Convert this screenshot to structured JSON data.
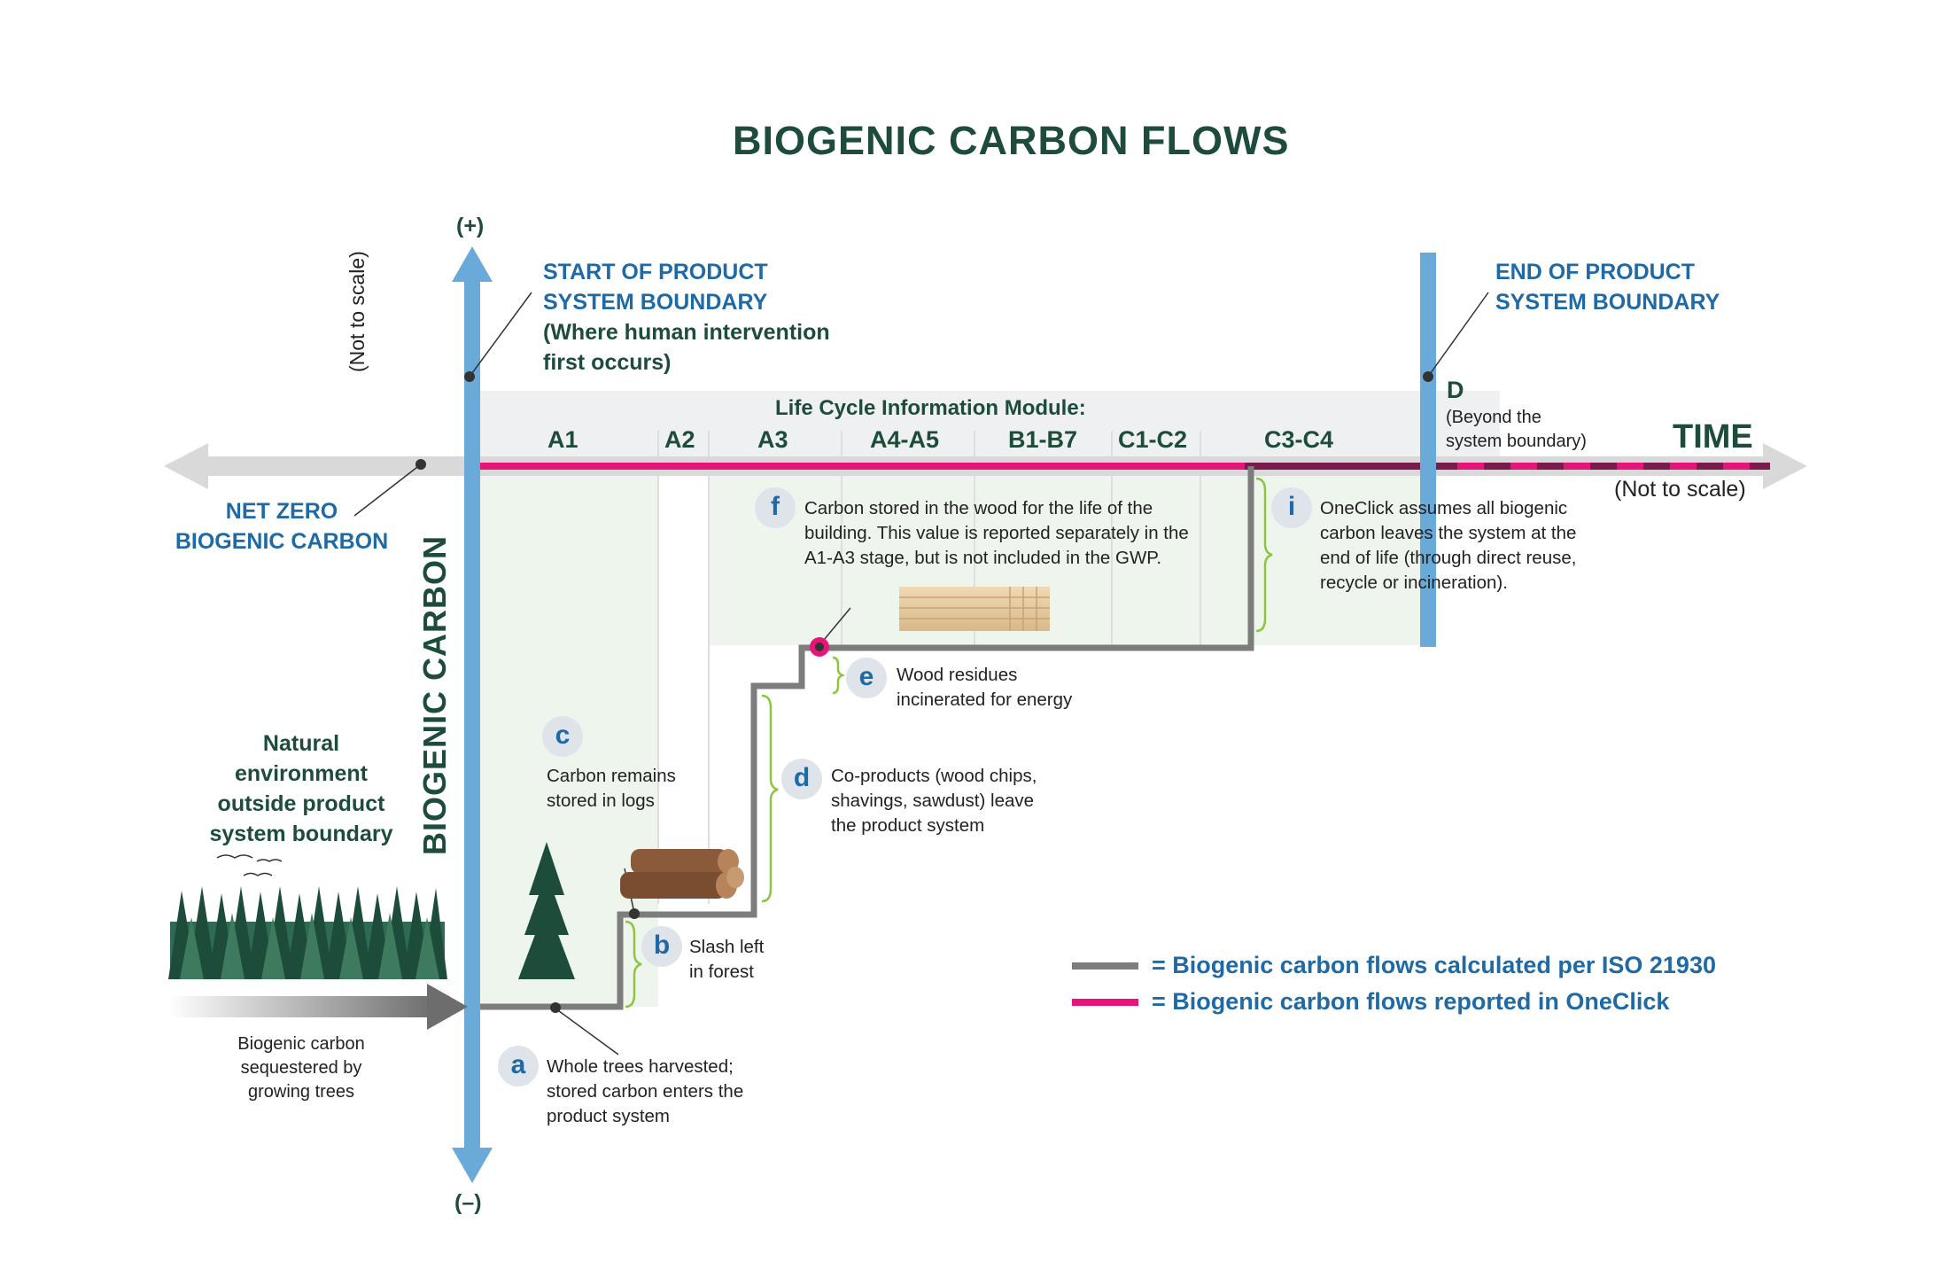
{
  "title": "BIOGENIC CARBON FLOWS",
  "y_axis": {
    "label": "BIOGENIC CARBON",
    "plus": "(+)",
    "minus": "(–)",
    "scale_note": "(Not to scale)"
  },
  "x_axis": {
    "label": "TIME",
    "scale_note": "(Not to scale)"
  },
  "net_zero": [
    "NET ZERO",
    "BIOGENIC CARBON"
  ],
  "start_boundary": [
    "START OF PRODUCT",
    "SYSTEM BOUNDARY"
  ],
  "start_boundary_note": [
    "(Where human intervention",
    "first occurs)"
  ],
  "end_boundary": [
    "END OF PRODUCT",
    "SYSTEM BOUNDARY"
  ],
  "module_header": "Life Cycle Information Module:",
  "modules": [
    "A1",
    "A2",
    "A3",
    "A4-A5",
    "B1-B7",
    "C1-C2",
    "C3-C4"
  ],
  "module_d": {
    "label": "D",
    "note": [
      "(Beyond the",
      "system boundary)"
    ]
  },
  "natural_env": [
    "Natural",
    "environment",
    "outside product",
    "system boundary"
  ],
  "sequestered": [
    "Biogenic carbon",
    "sequestered by",
    "growing trees"
  ],
  "annotations": {
    "a": {
      "letter": "a",
      "lines": [
        "Whole trees harvested;",
        "stored carbon enters the",
        "product system"
      ]
    },
    "b": {
      "letter": "b",
      "lines": [
        "Slash left",
        "in forest"
      ]
    },
    "c": {
      "letter": "c",
      "lines": [
        "Carbon remains",
        "stored in logs"
      ]
    },
    "d": {
      "letter": "d",
      "lines": [
        "Co-products (wood chips,",
        "shavings, sawdust) leave",
        "the product system"
      ]
    },
    "e": {
      "letter": "e",
      "lines": [
        "Wood residues",
        "incinerated for energy"
      ]
    },
    "f": {
      "letter": "f",
      "lines": [
        "Carbon stored in the wood for the life of the",
        "building. This value is reported separately in the",
        "A1-A3 stage, but is not included in the GWP."
      ]
    },
    "i": {
      "letter": "i",
      "lines": [
        "OneClick assumes all biogenic",
        "carbon leaves the system at the",
        "end of life (through direct reuse,",
        "recycle or incineration)."
      ]
    }
  },
  "legend": [
    {
      "text": "= Biogenic carbon flows calculated per ISO 21930",
      "color": "#7d7d7d"
    },
    {
      "text": "= Biogenic carbon flows reported in OneClick",
      "color": "#e6157a"
    }
  ],
  "colors": {
    "axis_blue": "#6aaad9",
    "flow_gray": "#7d7d7d",
    "reported_pink": "#e6157a",
    "dark_green": "#1d4d3a",
    "label_blue": "#1f6aa5"
  }
}
